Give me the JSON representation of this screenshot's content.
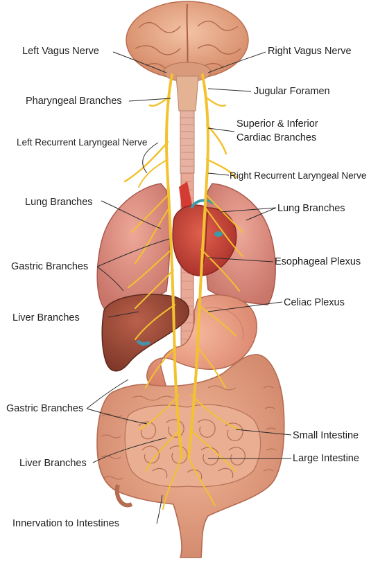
{
  "labels": {
    "left_vagus": "Left Vagus Nerve",
    "right_vagus": "Right Vagus Nerve",
    "pharyngeal": "Pharyngeal Branches",
    "jugular": "Jugular Foramen",
    "cardiac_line1": "Superior & Inferior",
    "cardiac_line2": "Cardiac Branches",
    "left_recurrent": "Left Recurrent Laryngeal Nerve",
    "right_recurrent": "Right Recurrent Laryngeal Nerve",
    "lung_left": "Lung Branches",
    "lung_right": "Lung Branches",
    "gastric_upper": "Gastric Branches",
    "esophageal": "Esophageal Plexus",
    "celiac": "Celiac Plexus",
    "liver_upper": "Liver Branches",
    "gastric_lower": "Gastric Branches",
    "small_intestine": "Small Intestine",
    "liver_lower": "Liver Branches",
    "large_intestine": "Large Intestine",
    "innervation": "Innervation to Intestines"
  },
  "colors": {
    "nerve": "#f2c230",
    "organ_pink": "#e7a08c",
    "lung": "#d98a7a",
    "heart": "#c9443a",
    "liver": "#9b4a38",
    "stomach": "#e99a7f",
    "brain": "#e6a884",
    "leader_line": "#2a2a2a"
  }
}
